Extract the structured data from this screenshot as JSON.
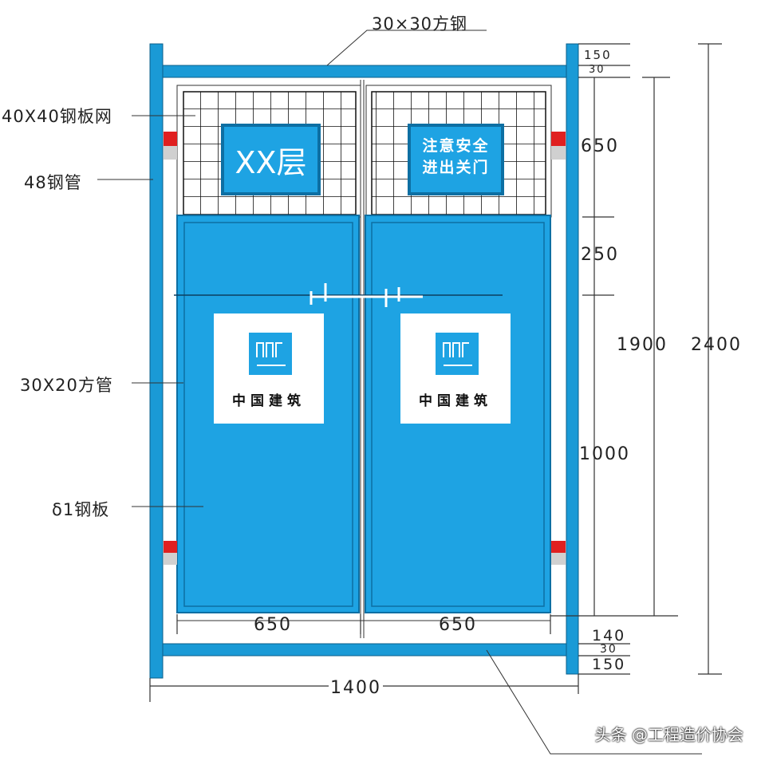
{
  "labels": {
    "top_steel": "30×30方钢",
    "mesh": "40X40钢板网",
    "steel_pipe": "48钢管",
    "square_tube": "30X20方管",
    "steel_plate": "δ1钢板"
  },
  "signs": {
    "floor": "XX层",
    "safety_line1": "注意安全",
    "safety_line2": "进出关门",
    "brand": "中国建筑"
  },
  "dimensions": {
    "right": [
      "150",
      "30",
      "650",
      "250",
      "1000",
      "140",
      "30",
      "150"
    ],
    "inner_height": "1900",
    "total_height": "2400",
    "door_width_left": "650",
    "door_width_right": "650",
    "total_width": "1400"
  },
  "watermark": "头条 @工程造价协会",
  "colors": {
    "frame": "#1a9ad6",
    "panel": "#1ea3e3",
    "hinge_red": "#e02020",
    "hinge_gray": "#d0d0d0"
  }
}
